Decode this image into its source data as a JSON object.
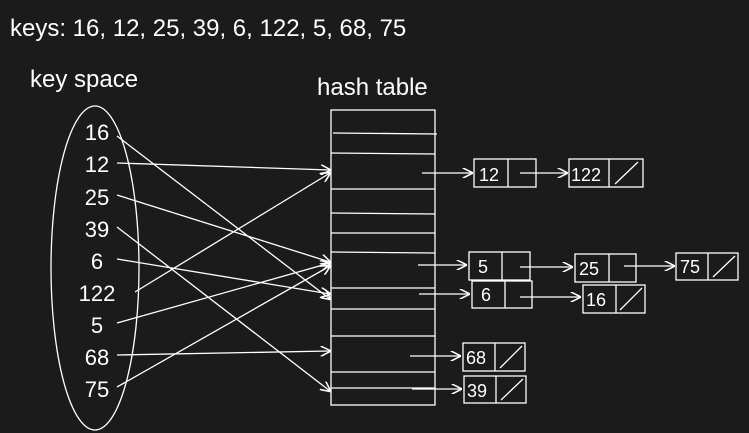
{
  "diagram": {
    "keys_line": "keys: 16, 12, 25, 39, 6, 122, 5, 68, 75",
    "key_space_label": "key space",
    "hash_table_label": "hash table",
    "keys": [
      "16",
      "12",
      "25",
      "39",
      "6",
      "122",
      "5",
      "68",
      "75"
    ],
    "table_slots": 12,
    "chains": [
      {
        "nodes": [
          "12",
          "122"
        ]
      },
      {
        "nodes": [
          "5",
          "25",
          "75"
        ]
      },
      {
        "nodes": [
          "6",
          "16"
        ]
      },
      {
        "nodes": [
          "68"
        ]
      },
      {
        "nodes": [
          "39"
        ]
      }
    ]
  },
  "colors": {
    "background": "#1b1b1b",
    "foreground": "#ffffff"
  }
}
